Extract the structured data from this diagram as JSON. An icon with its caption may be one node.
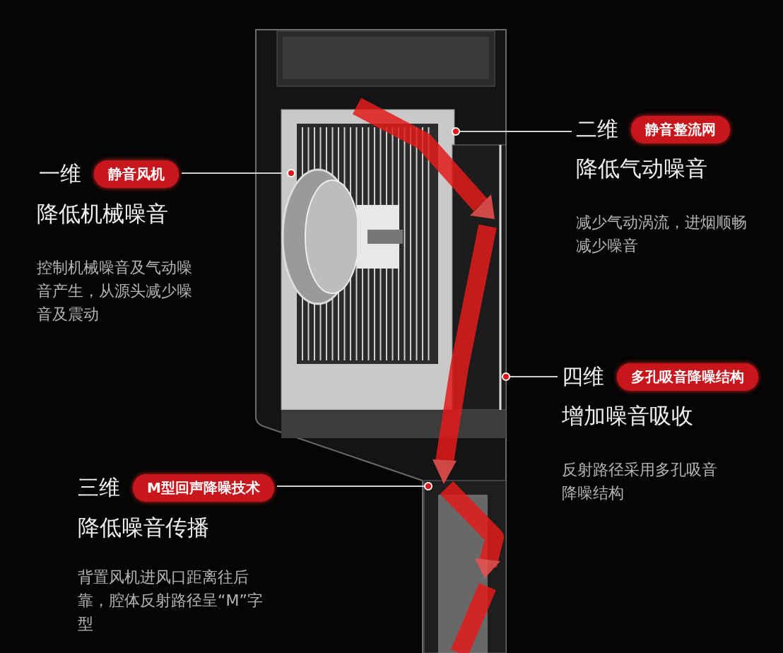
{
  "diagram": {
    "nodes": [
      {
        "text": [
          "静音整流网"
        ],
        "beside": [
          "二维"
        ]
      },
      {
        "text": [
          "静音风机"
        ],
        "beside": [
          "一维"
        ]
      },
      {
        "text": [
          "多孔吸音降噪结构"
        ],
        "beside": [
          "四维"
        ]
      },
      {
        "text": [
          "M型回声降噪技术"
        ],
        "beside": [
          "三维"
        ]
      }
    ],
    "edges": [
      {
        "from": 0,
        "to": null,
        "arrow": "other"
      },
      {
        "from": 1,
        "to": null,
        "arrow": "other"
      },
      {
        "from": 2,
        "to": null,
        "arrow": "other"
      },
      {
        "from": 3,
        "to": null,
        "arrow": "other"
      }
    ],
    "labels": [
      "降低气动噪音",
      "降低机械噪音",
      "减少气动涡流，进烟顺畅减少噪音",
      "控制机械噪音及气动噪音产生，从源头减少噪音及震动",
      "增加噪音吸收",
      "反射路径采用多孔吸音降噪结构",
      "降低噪音传播",
      "背置风机进风口距离往后靠，腔体反射路径呈“M”字型"
    ]
  }
}
